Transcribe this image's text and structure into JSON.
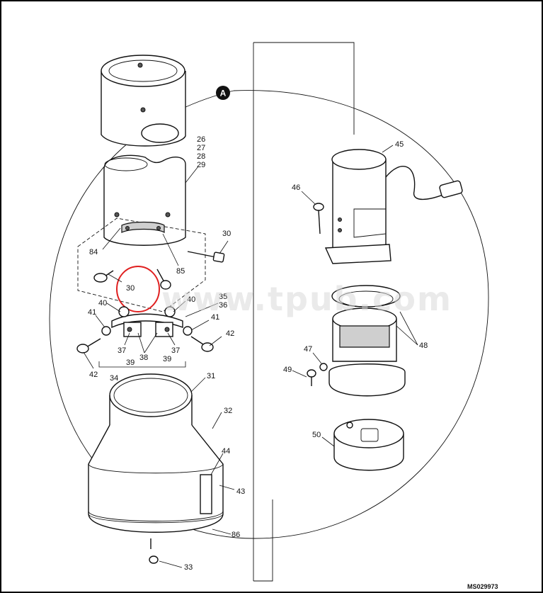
{
  "detail_marker": "A",
  "figure_id": "MS029973",
  "watermark": "www.tpub.com",
  "callouts": {
    "c26": "26",
    "c27": "27",
    "c28": "28",
    "c29": "29",
    "c30a": "30",
    "c30b": "30",
    "c31": "31",
    "c32": "32",
    "c33": "33",
    "c34": "34",
    "c35": "35",
    "c36": "36",
    "c37a": "37",
    "c37b": "37",
    "c38": "38",
    "c39a": "39",
    "c39b": "39",
    "c40a": "40",
    "c40b": "40",
    "c41a": "41",
    "c41b": "41",
    "c42a": "42",
    "c42b": "42",
    "c43": "43",
    "c44": "44",
    "c45": "45",
    "c46": "46",
    "c47": "47",
    "c48": "48",
    "c49": "49",
    "c50": "50",
    "c84": "84",
    "c85": "85",
    "c86": "86"
  },
  "colors": {
    "line": "#111111",
    "highlight_circle": "#e02020",
    "watermark": "#d9d9d9",
    "border": "#000000"
  }
}
